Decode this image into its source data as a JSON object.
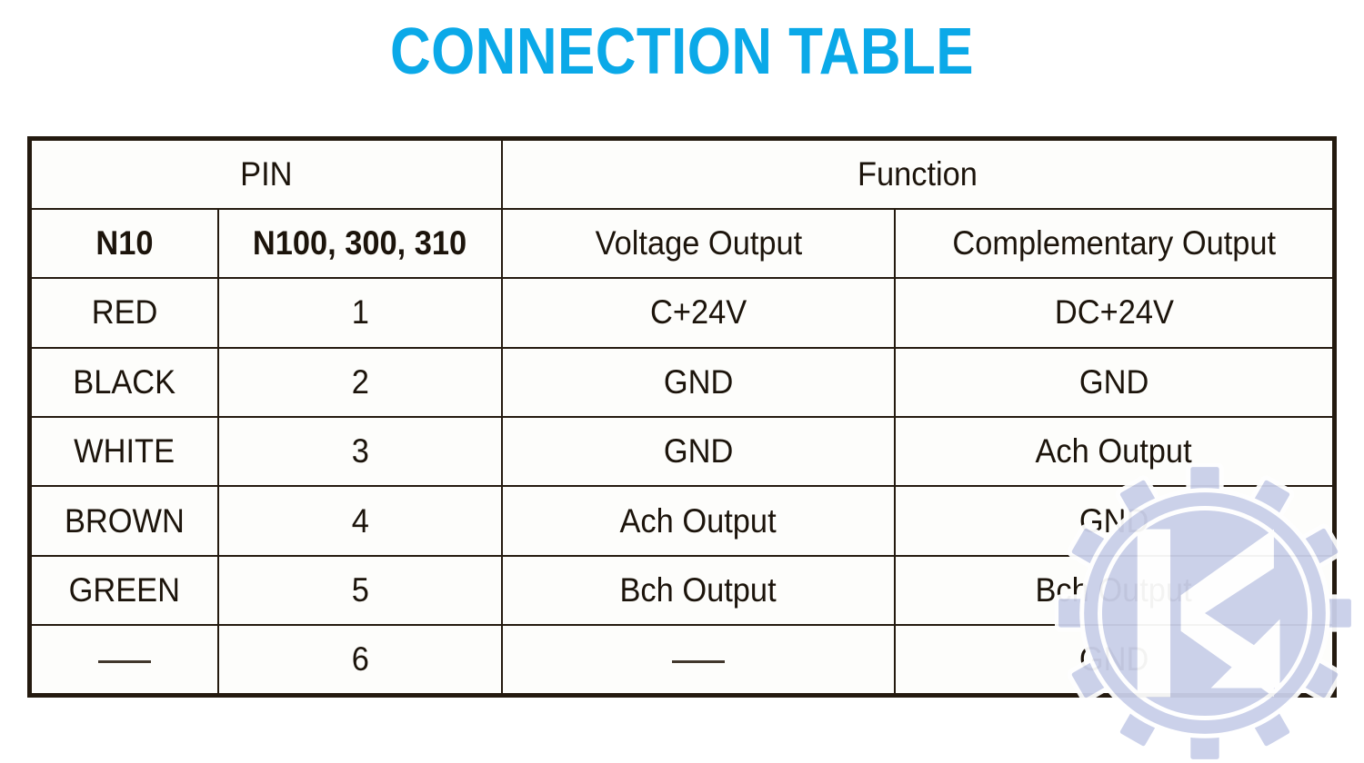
{
  "title": "CONNECTION TABLE",
  "colors": {
    "accent_cyan": "#12b0f0",
    "title_cyan": "#0ba9e8",
    "header_bg": "#b7e8fb",
    "border_dark": "#241a0f",
    "body_text": "#1c140b",
    "watermark": "#c5cbe8"
  },
  "table": {
    "group_headers": [
      {
        "label": "PIN",
        "span": 2
      },
      {
        "label": "Function",
        "span": 2
      }
    ],
    "column_headers": [
      {
        "label": "N10",
        "style": "dark"
      },
      {
        "label": "N100, 300, 310",
        "style": "dark"
      },
      {
        "label": "Voltage Output",
        "style": "cyan"
      },
      {
        "label": "Complementary Output",
        "style": "cyan"
      }
    ],
    "rows": [
      {
        "n10": "RED",
        "pin": "1",
        "voltage_output": "C+24V",
        "complementary_output": "DC+24V"
      },
      {
        "n10": "BLACK",
        "pin": "2",
        "voltage_output": "GND",
        "complementary_output": "GND"
      },
      {
        "n10": "WHITE",
        "pin": "3",
        "voltage_output": "GND",
        "complementary_output": "Ach Output"
      },
      {
        "n10": "BROWN",
        "pin": "4",
        "voltage_output": "Ach Output",
        "complementary_output": "GND"
      },
      {
        "n10": "GREEN",
        "pin": "5",
        "voltage_output": "Bch Output",
        "complementary_output": "Bch Output"
      },
      {
        "n10": "—",
        "pin": "6",
        "voltage_output": "—",
        "complementary_output": "GND"
      }
    ]
  },
  "watermark": {
    "name": "gear-k-logo",
    "letter": "K"
  }
}
